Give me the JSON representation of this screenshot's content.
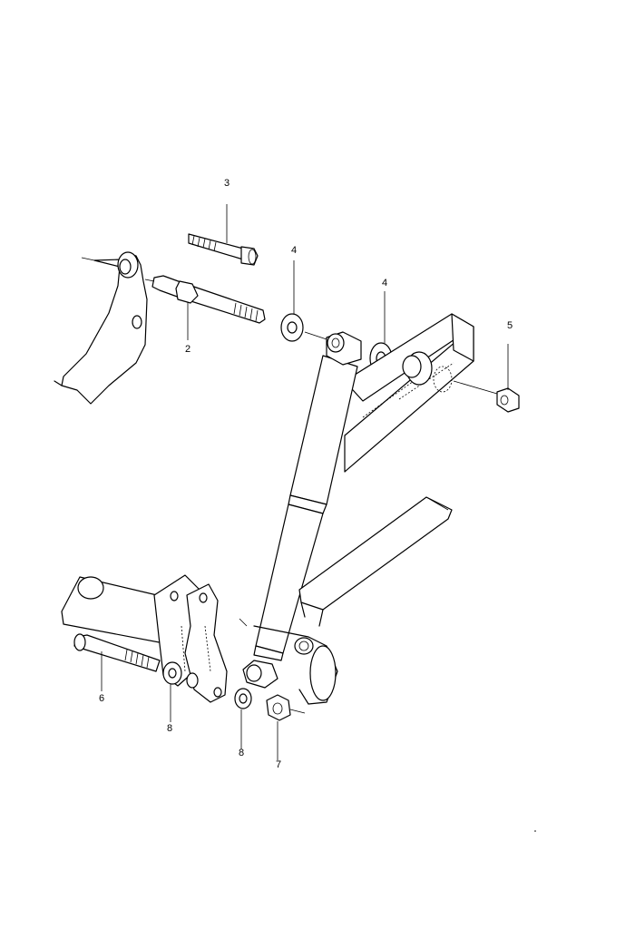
{
  "callouts": {
    "c2": "2",
    "c3": "3",
    "c4a": "4",
    "c4b": "4",
    "c5": "5",
    "c6": "6",
    "c7": "7",
    "c8a": "8",
    "c8b": "8"
  }
}
